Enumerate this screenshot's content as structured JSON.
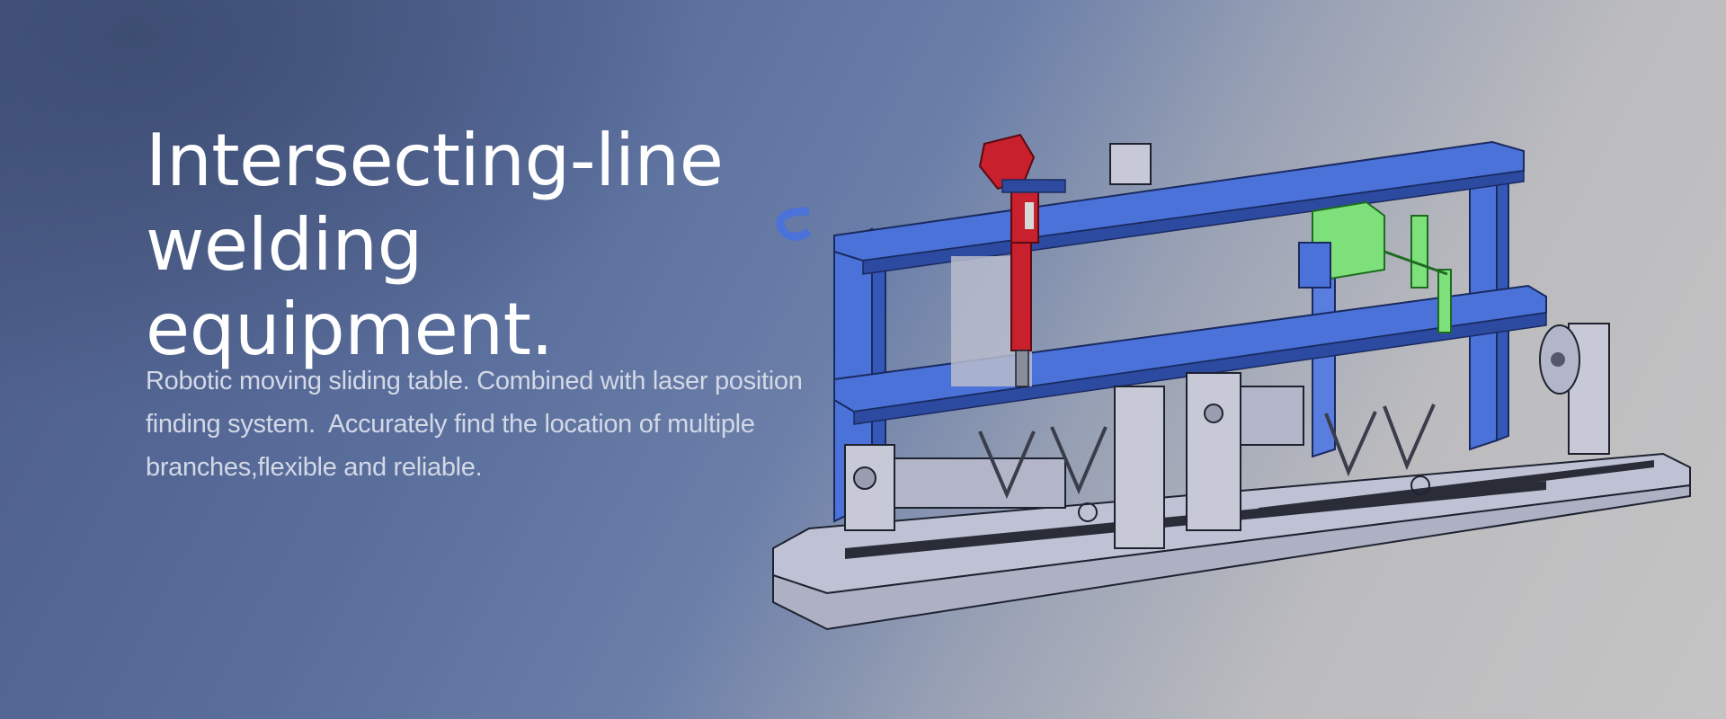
{
  "hero": {
    "headline_line1": "Intersecting-line welding",
    "headline_line2": "equipment.",
    "description": "Robotic moving sliding table. Combined with laser position finding system.  Accurately find the location of multiple branches,flexible and reliable."
  },
  "colors": {
    "frame_blue": "#4a72d8",
    "robot_red": "#c8202c",
    "gantry_green": "#7ee07a",
    "base_grey": "#c7cad6"
  }
}
